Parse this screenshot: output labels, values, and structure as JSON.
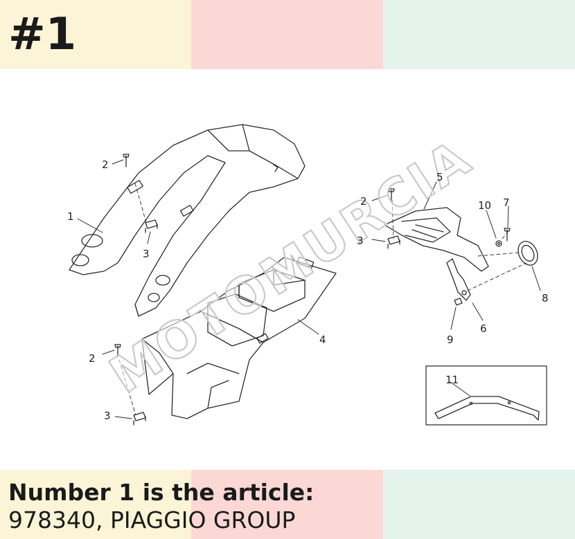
{
  "header": {
    "title": "#1"
  },
  "caption": {
    "line1": "Number 1 is the article:",
    "line2": "978340, PIAGGIO GROUP"
  },
  "colors": {
    "yellow": "#fcf4d6",
    "pink": "#fbd8d6",
    "mint": "#e4f3ec",
    "ink": "#1a1a1a"
  },
  "watermark": {
    "text": "MOTOMURCIA"
  },
  "callouts": [
    {
      "id": "callout-1",
      "label": "1"
    },
    {
      "id": "callout-2a",
      "label": "2"
    },
    {
      "id": "callout-3a",
      "label": "3"
    },
    {
      "id": "callout-2b",
      "label": "2"
    },
    {
      "id": "callout-3b",
      "label": "3"
    },
    {
      "id": "callout-4",
      "label": "4"
    },
    {
      "id": "callout-2c",
      "label": "2"
    },
    {
      "id": "callout-3c",
      "label": "3"
    },
    {
      "id": "callout-5",
      "label": "5"
    },
    {
      "id": "callout-10",
      "label": "10"
    },
    {
      "id": "callout-7",
      "label": "7"
    },
    {
      "id": "callout-8",
      "label": "8"
    },
    {
      "id": "callout-6",
      "label": "6"
    },
    {
      "id": "callout-9",
      "label": "9"
    },
    {
      "id": "callout-11",
      "label": "11"
    }
  ]
}
